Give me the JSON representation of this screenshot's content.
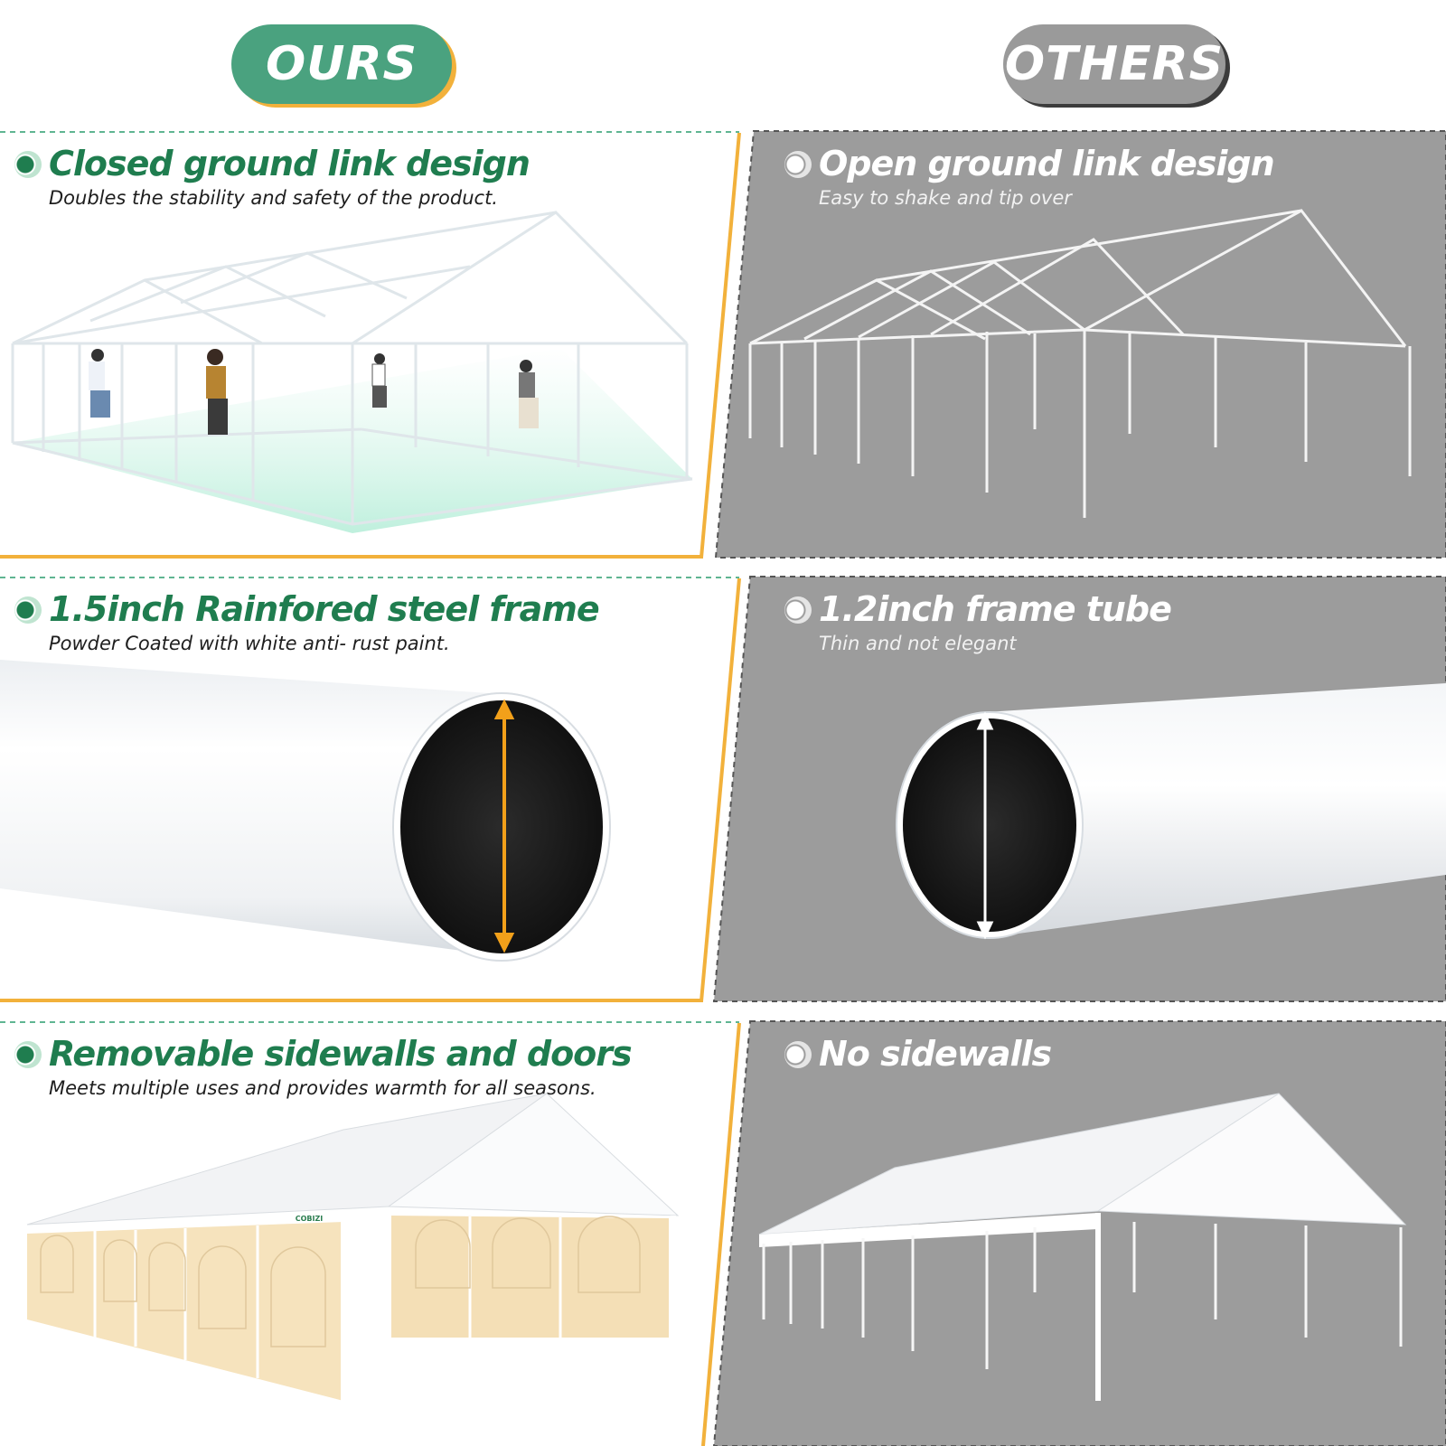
{
  "header": {
    "ours_label": "OURS",
    "others_label": "OTHERS"
  },
  "colors": {
    "ours_accent": "#4aa27f",
    "ours_title": "#1f7d4f",
    "orange_accent": "#f2b13b",
    "others_bg": "#9c9c9c",
    "others_pill": "#9a9a9a"
  },
  "rows": [
    {
      "ours": {
        "title": "Closed ground link design",
        "subtitle": "Doubles the stability and safety of the product."
      },
      "others": {
        "title": "Open ground link design",
        "subtitle": "Easy to shake and tip over"
      }
    },
    {
      "ours": {
        "title": "1.5inch Rainfored steel frame",
        "subtitle": "Powder Coated with white anti- rust paint."
      },
      "others": {
        "title": "1.2inch frame tube",
        "subtitle": "Thin and not elegant"
      }
    },
    {
      "ours": {
        "title": "Removable sidewalls and doors",
        "subtitle": "Meets multiple uses and provides warmth for all seasons."
      },
      "others": {
        "title": "No sidewalls",
        "subtitle": ""
      }
    }
  ],
  "brand_logo_text": "COBIZI"
}
